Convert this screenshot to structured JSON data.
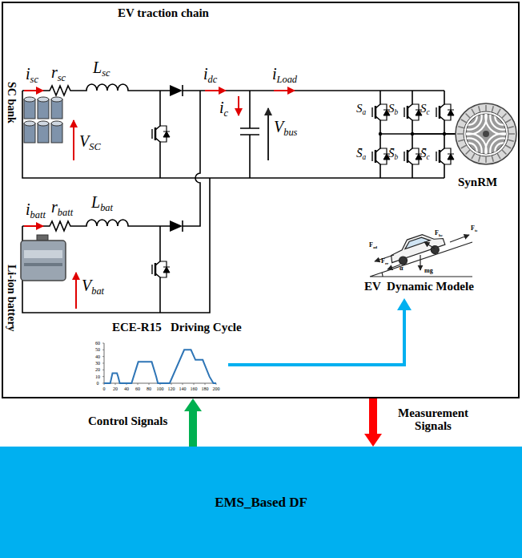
{
  "diagram": {
    "nodes": [
      {
        "text": [
          "EV traction chain"
        ]
      },
      {
        "text": [
          "EMS_Based DF"
        ]
      }
    ],
    "edges": [
      {
        "from": 1,
        "to": 0,
        "arrow": "to"
      },
      {
        "from": 0,
        "to": 1,
        "arrow": "to"
      }
    ],
    "labels": [
      "isc",
      "rsc",
      "Lsc",
      "idc",
      "iLoad",
      "ic",
      "Vbus",
      "Sa",
      "Sb",
      "Sc",
      "S̄a",
      "S̄b",
      "S̄c",
      "SC bank",
      "VSC",
      "SynRM",
      "ibatt",
      "rbatt",
      "Lbat",
      "Li-ion battery",
      "Vbat",
      "Fhc",
      "Fte",
      "Fad",
      "Frr",
      "α",
      "mg",
      "EV  Dynamic Modele",
      "ECE-R15   Driving Cycle",
      "60",
      "50",
      "40",
      "30",
      "20",
      "10",
      "0",
      "0",
      "20",
      "40",
      "60",
      "80",
      "100",
      "120",
      "140",
      "160",
      "180",
      "200",
      "Control Signals",
      "Measurement Signals"
    ]
  }
}
